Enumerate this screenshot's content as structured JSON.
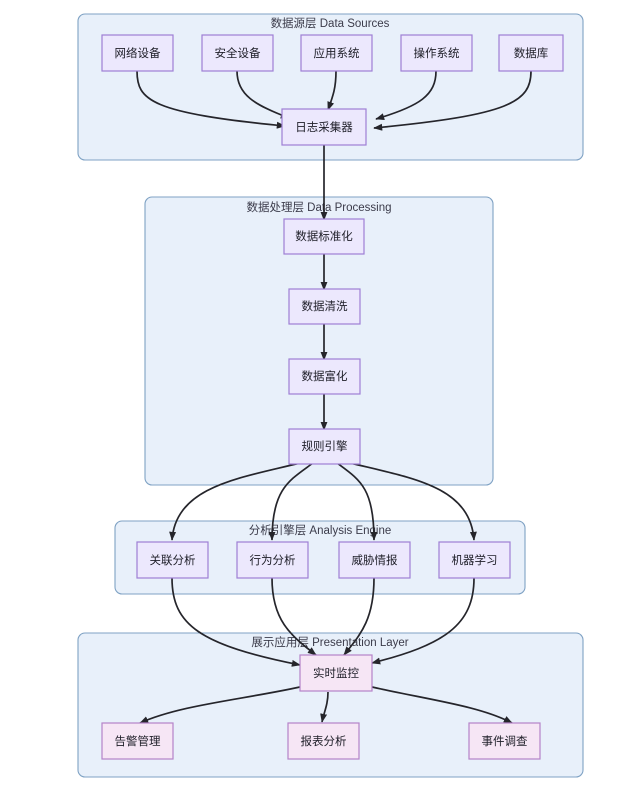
{
  "diagram": {
    "title": "Security Log Analysis Architecture Flowchart",
    "colors": {
      "layer_fill": "#E8F0FA",
      "layer_stroke": "#7FA2C4",
      "node_fill": "#ECE8FD",
      "node_stroke": "#9E7FD4",
      "node_fill_pink": "#F6E6F5",
      "node_stroke_pink": "#B583C9",
      "edge": "#25252b"
    },
    "layers": [
      {
        "id": "data-sources",
        "title": "数据源层 Data Sources",
        "nodes": [
          {
            "id": "network-device",
            "label": "网络设备",
            "style": "lavender"
          },
          {
            "id": "security-device",
            "label": "安全设备",
            "style": "lavender"
          },
          {
            "id": "application",
            "label": "应用系统",
            "style": "lavender"
          },
          {
            "id": "operating-system",
            "label": "操作系统",
            "style": "lavender"
          },
          {
            "id": "database",
            "label": "数据库",
            "style": "lavender"
          },
          {
            "id": "log-collector",
            "label": "日志采集器",
            "style": "lavender"
          }
        ]
      },
      {
        "id": "data-processing",
        "title": "数据处理层 Data Processing",
        "nodes": [
          {
            "id": "normalization",
            "label": "数据标准化",
            "style": "lavender"
          },
          {
            "id": "cleaning",
            "label": "数据清洗",
            "style": "lavender"
          },
          {
            "id": "enrichment",
            "label": "数据富化",
            "style": "lavender"
          },
          {
            "id": "rule-engine",
            "label": "规则引擎",
            "style": "lavender"
          }
        ]
      },
      {
        "id": "analysis-engine",
        "title": "分析引擎层 Analysis Engine",
        "nodes": [
          {
            "id": "correlation-analysis",
            "label": "关联分析",
            "style": "lavender"
          },
          {
            "id": "behavior-analysis",
            "label": "行为分析",
            "style": "lavender"
          },
          {
            "id": "threat-intelligence",
            "label": "威胁情报",
            "style": "lavender"
          },
          {
            "id": "machine-learning",
            "label": "机器学习",
            "style": "lavender"
          }
        ]
      },
      {
        "id": "presentation-layer",
        "title": "展示应用层 Presentation Layer",
        "nodes": [
          {
            "id": "realtime-monitoring",
            "label": "实时监控",
            "style": "pink"
          },
          {
            "id": "alert-management",
            "label": "告警管理",
            "style": "pink"
          },
          {
            "id": "report-analysis",
            "label": "报表分析",
            "style": "pink"
          },
          {
            "id": "incident-investigation",
            "label": "事件调查",
            "style": "pink"
          }
        ]
      }
    ]
  }
}
